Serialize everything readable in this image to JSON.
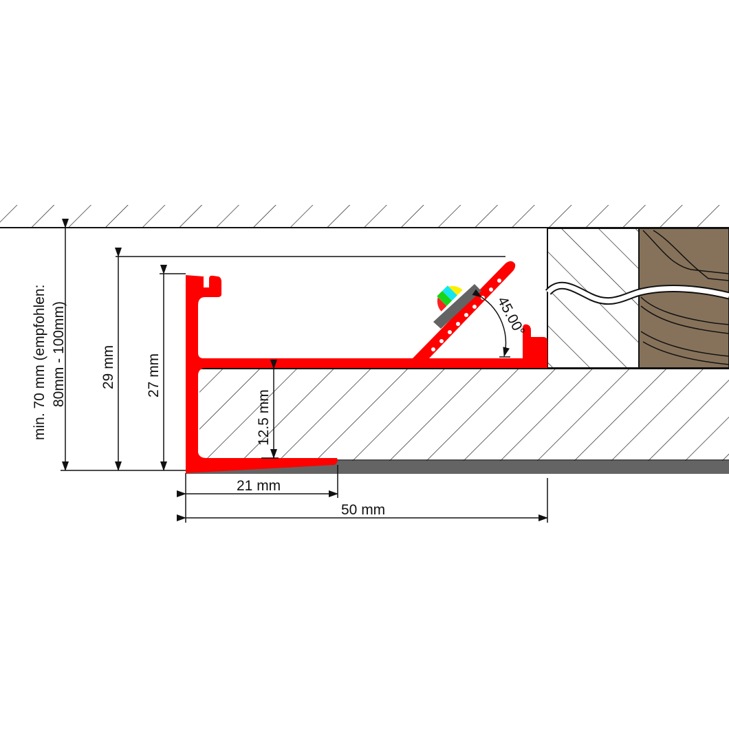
{
  "diagram": {
    "title": "LED ceiling profile installation cross-section",
    "colors": {
      "profile": "#ff0000",
      "wood": "#86725a",
      "floor_strip": "#646464",
      "line": "#111111",
      "led_colors": [
        "#ff2020",
        "#19d419",
        "#14e6f0",
        "#ffee00"
      ],
      "led_base": "#636363"
    },
    "dimensions": {
      "overall_height": "min. 70 mm (empfohlen:",
      "overall_height_line2": "80mm - 100mm)",
      "profile_height_total": "29 mm",
      "profile_height_body": "27 mm",
      "board_thickness": "12.5 mm",
      "flange_width": "21 mm",
      "total_width": "50 mm",
      "angle": "45.00°"
    },
    "components": [
      {
        "name": "ceiling",
        "hatched": true
      },
      {
        "name": "aluminium-profile",
        "color": "red"
      },
      {
        "name": "led-strip",
        "angle_deg": 45
      },
      {
        "name": "plasterboard",
        "hatched": true
      },
      {
        "name": "wall-stud",
        "hatched": true
      },
      {
        "name": "wood-beam"
      },
      {
        "name": "power-cable"
      }
    ]
  }
}
